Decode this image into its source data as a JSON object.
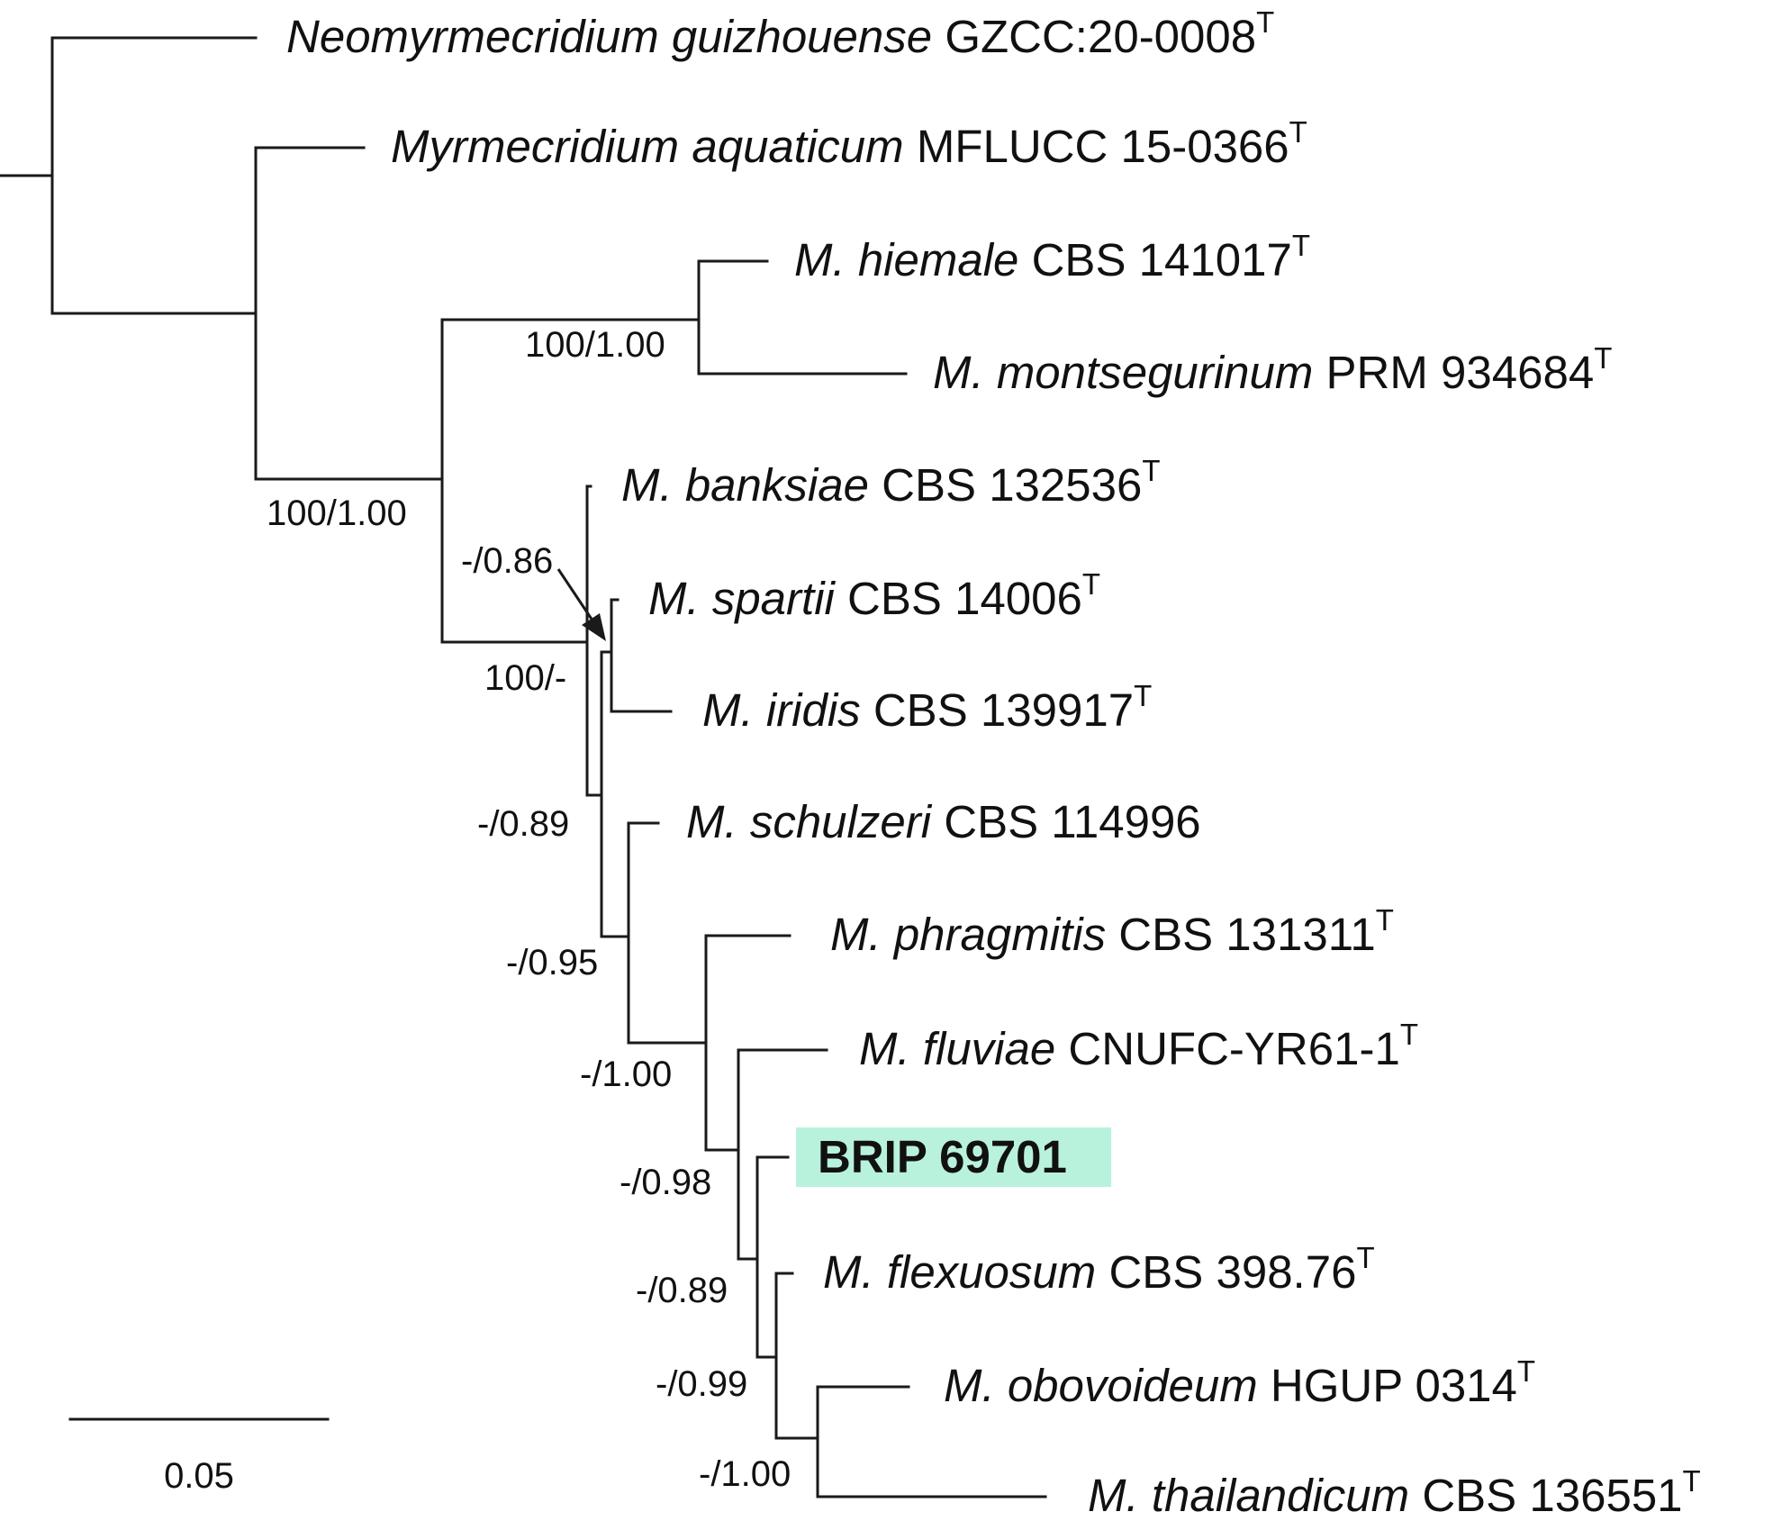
{
  "taxa": [
    {
      "id": "t1",
      "genus": "Neomyrmecridium guizhouense",
      "strain": "GZCC:20-0008",
      "type": "T"
    },
    {
      "id": "t2",
      "genus": "Myrmecridium aquaticum",
      "strain": "MFLUCC 15-0366",
      "type": "T"
    },
    {
      "id": "t3",
      "genus": "M. hiemale",
      "strain": "CBS 141017",
      "type": "T"
    },
    {
      "id": "t4",
      "genus": "M. montsegurinum",
      "strain": "PRM 934684",
      "type": "T"
    },
    {
      "id": "t5",
      "genus": "M. banksiae",
      "strain": "CBS 132536",
      "type": "T"
    },
    {
      "id": "t6",
      "genus": "M. spartii",
      "strain": "CBS 14006",
      "type": "T"
    },
    {
      "id": "t7",
      "genus": "M. iridis",
      "strain": "CBS 139917",
      "type": "T"
    },
    {
      "id": "t8",
      "genus": "M. schulzeri",
      "strain": "CBS 114996",
      "type": ""
    },
    {
      "id": "t9",
      "genus": "M. phragmitis",
      "strain": "CBS 131311",
      "type": "T"
    },
    {
      "id": "t10",
      "genus": "M. fluviae",
      "strain": "CNUFC-YR61-1",
      "type": "T"
    },
    {
      "id": "t11",
      "genus": "",
      "strain": "BRIP 69701",
      "type": ""
    },
    {
      "id": "t12",
      "genus": "M. flexuosum",
      "strain": "CBS 398.76",
      "type": "T"
    },
    {
      "id": "t13",
      "genus": "M. obovoideum",
      "strain": "HGUP 0314",
      "type": "T"
    },
    {
      "id": "t14",
      "genus": "M. thailandicum",
      "strain": "CBS 136551",
      "type": "T"
    }
  ],
  "support": {
    "hiemale_montsegurinum": "100/1.00",
    "myrmecridium_core": "100/1.00",
    "spartii_iridis": "-/0.86",
    "banksiae_group": "100/-",
    "banksiae_rest": "-/0.89",
    "schulzeri_rest": "-/0.95",
    "phragmitis_rest": "-/1.00",
    "fluviae_rest": "-/0.98",
    "brip_rest": "-/0.89",
    "flexuosum_rest": "-/0.99",
    "obovoideum_thailandicum": "-/1.00"
  },
  "scale": {
    "value": "0.05"
  },
  "colors": {
    "highlight": "#b8f2dc",
    "line": "#1a1a1a"
  }
}
